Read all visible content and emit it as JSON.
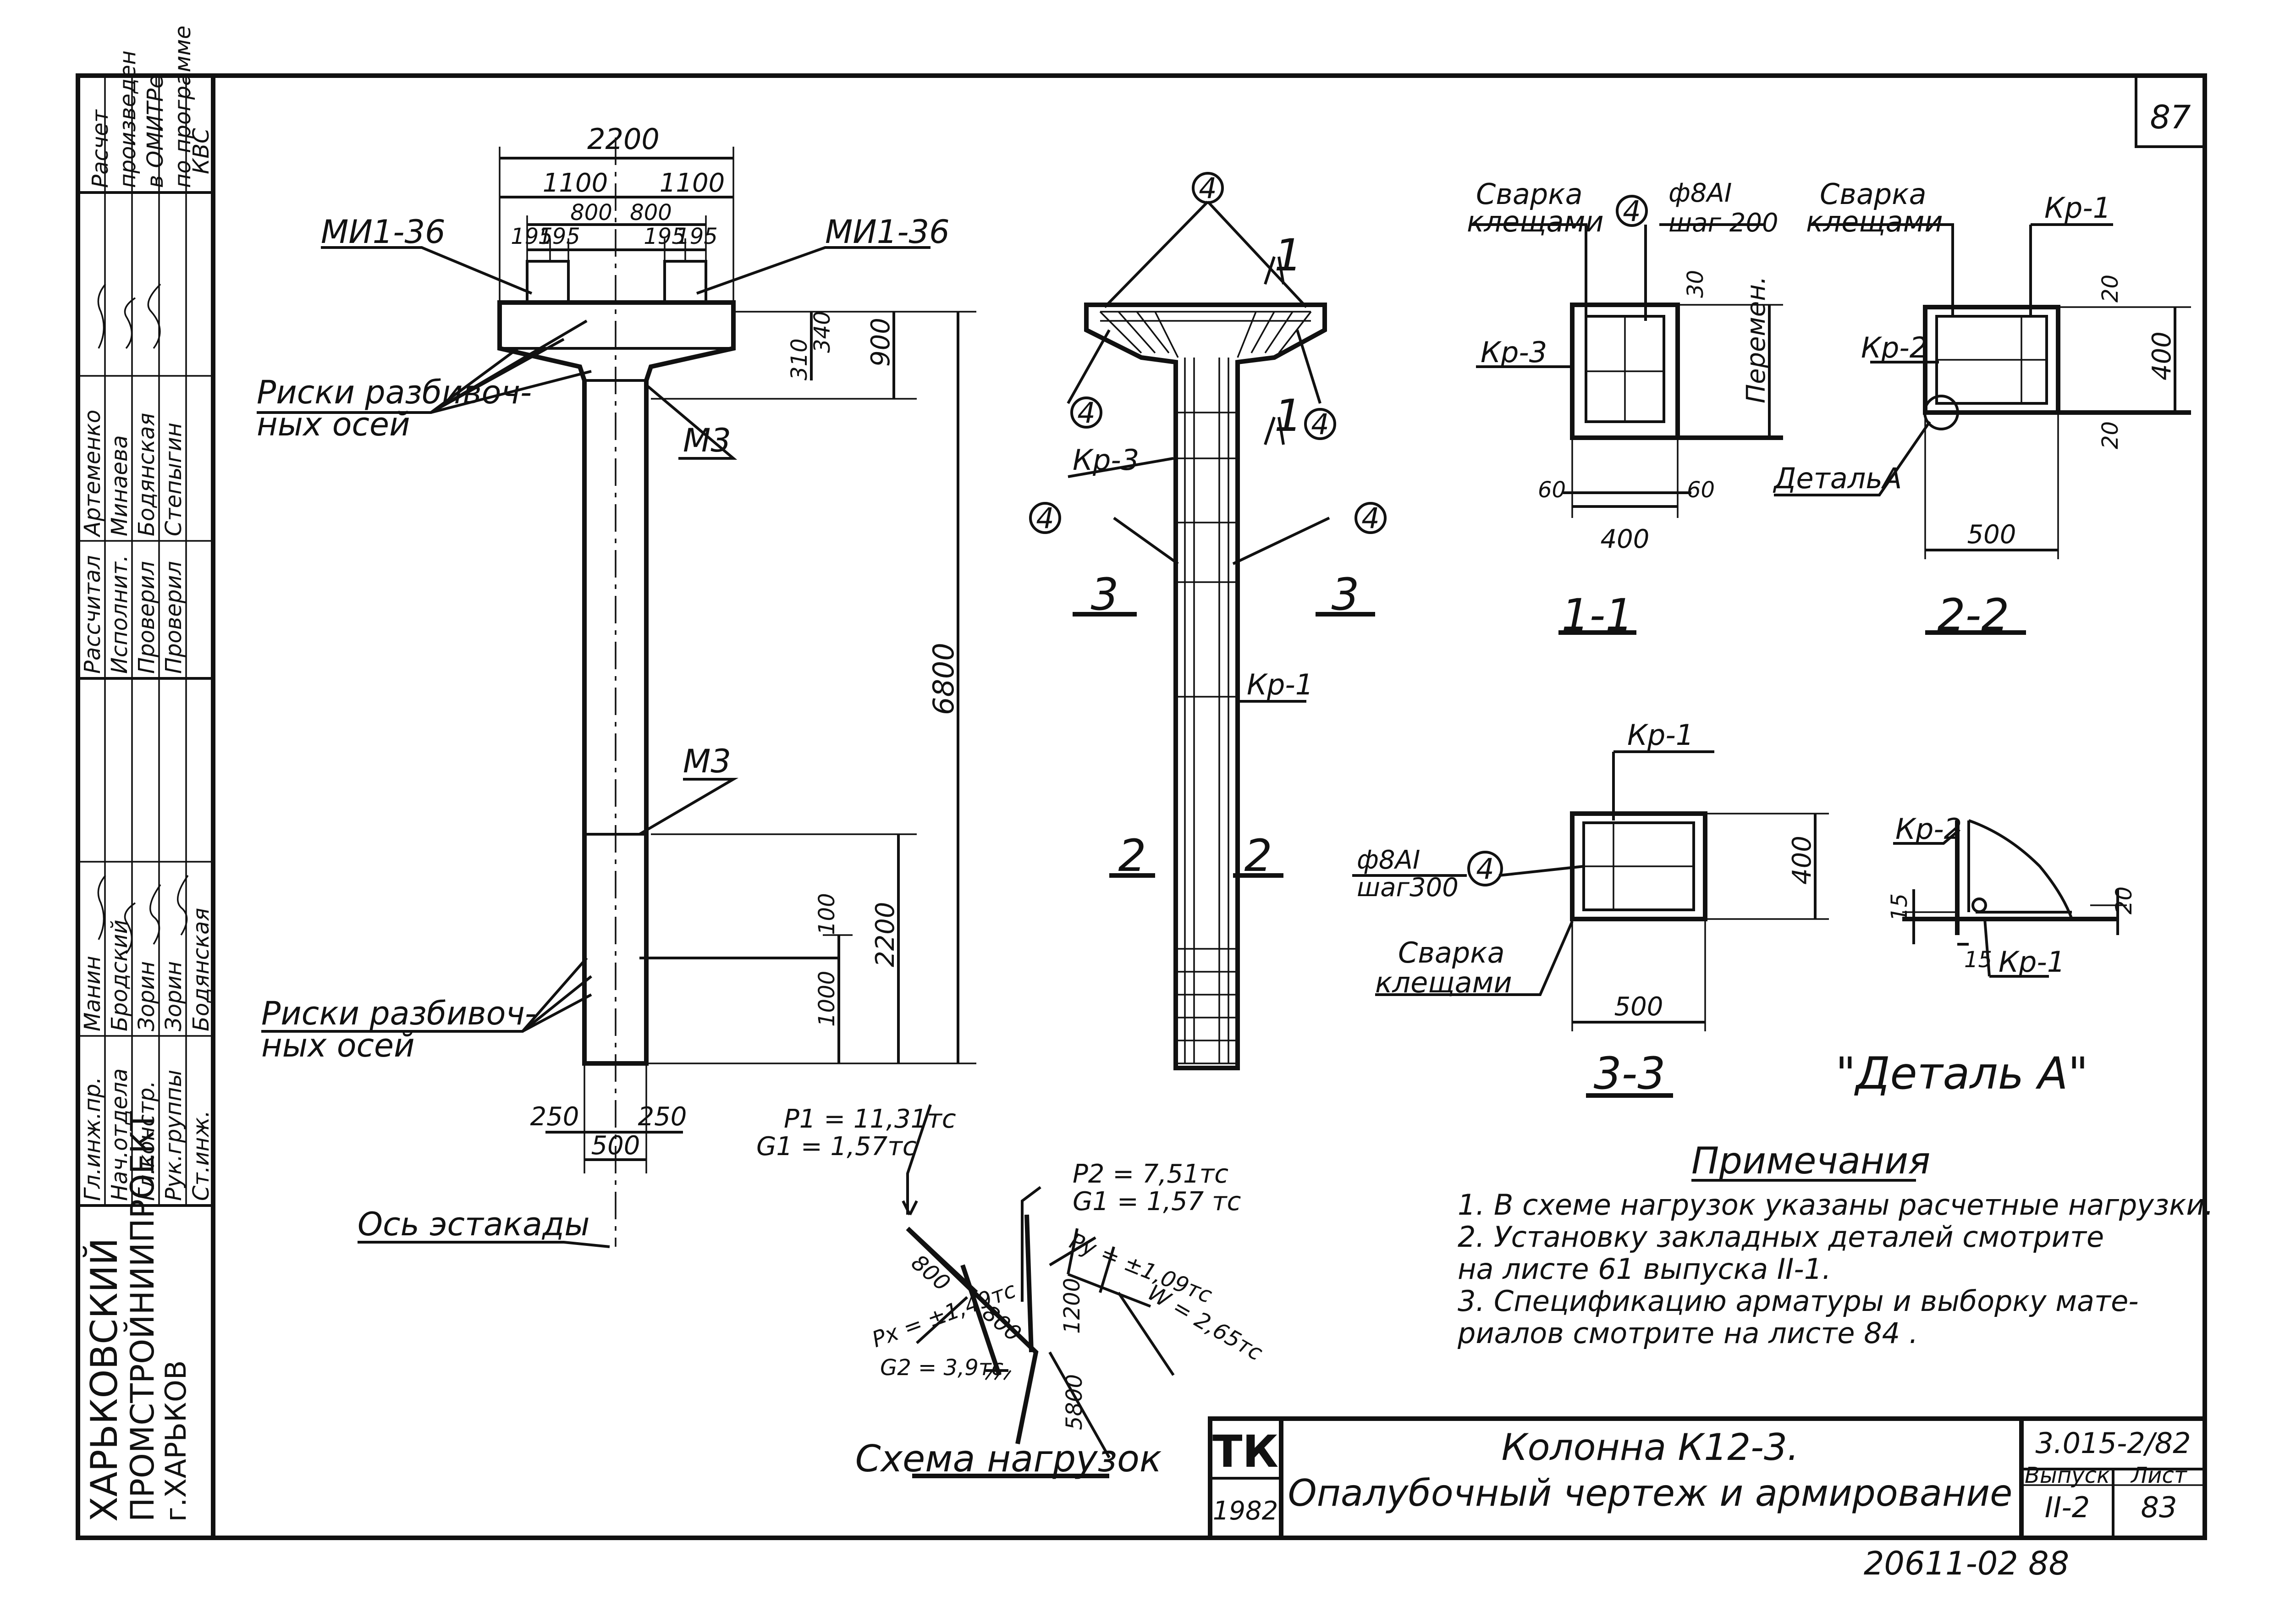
{
  "sheet": {
    "page_number": "87",
    "bottom_code": "20611-02  88",
    "orgs": {
      "title": "ХАРЬКОВСКИЙ ПРОМСТРОЙНИИПРОЕКТ г.ХАРЬКОВ",
      "calc_note": "Расчет произведен в ОМИТРе по программе КВС"
    },
    "roles": [
      {
        "role": "Гл.инж.пр.",
        "name": "Манин"
      },
      {
        "role": "Нач.отдела",
        "name": "Бродский"
      },
      {
        "role": "Гл.констр.",
        "name": "Зорин"
      },
      {
        "role": "Рук.группы",
        "name": "Зорин"
      },
      {
        "role": "Ст.инж.",
        "name": "Бодянская"
      }
    ],
    "performers": [
      {
        "role": "Рассчитал",
        "name": "Артеменко"
      },
      {
        "role": "Исполнит.",
        "name": "Минаева"
      },
      {
        "role": "Проверил",
        "name": "Бодянская"
      },
      {
        "role": "Проверил",
        "name": "Степыгин"
      }
    ]
  },
  "elevation": {
    "dim_total_width": "2200",
    "dim_half_left": "1100",
    "dim_half_right": "1100",
    "dim_800_left": "800",
    "dim_800_right": "800",
    "dim_195_a": "195",
    "dim_195_b": "195",
    "dim_195_c": "195",
    "dim_195_d": "195",
    "embed_left": "МИ1-36",
    "embed_right": "МИ1-36",
    "axes_top": "Риски разбивоч-\nных осей",
    "axes_bottom": "Риски разбивоч-\nных осей",
    "m3_top": "М3",
    "m3_bottom": "М3",
    "dim_310": "310",
    "dim_340": "340",
    "dim_900": "900",
    "dim_6800": "6800",
    "dim_2200": "2200",
    "dim_100": "100",
    "dim_1000": "1000",
    "dim_250_left": "250",
    "dim_250_right": "250",
    "dim_500": "500",
    "trestle_axis": "Ось эстакады"
  },
  "section_cage": {
    "pos_mark": "4",
    "cut_1": "1",
    "cut_2": "2",
    "cut_3": "3",
    "kr3": "Кр-3",
    "kr1": "Кр-1"
  },
  "sec_1_1": {
    "weld": "Сварка клещами",
    "rebar": "ф8АI шаг 200",
    "pos": "4",
    "kr3": "Кр-3",
    "dim_30": "30",
    "dim_var": "Перемен.",
    "dim_60_left": "60",
    "dim_60_right": "60",
    "dim_400": "400",
    "title": "1-1"
  },
  "sec_2_2": {
    "weld": "Сварка клещами",
    "kr1": "Кр-1",
    "kr2": "Кр-2",
    "detail": "ДетальА",
    "dim_20_top": "20",
    "dim_400": "400",
    "dim_20_bottom": "20",
    "dim_500": "500",
    "title": "2-2"
  },
  "sec_3_3": {
    "kr1": "Кр-1",
    "rebar": "ф8АI шаг300",
    "pos": "4",
    "weld": "Сварка клещами",
    "dim_400": "400",
    "dim_500": "500",
    "title": "3-3"
  },
  "detail_a": {
    "kr2": "Кр-2",
    "kr1": "Кр-1",
    "dim_15_a": "15",
    "dim_15_b": "15",
    "dim_20": "20",
    "title": "\"Деталь А\""
  },
  "loads": {
    "p1": "P1 = 11,31тс",
    "g1_left": "G1 = 1,57тс",
    "p2": "P2 = 7,51тс",
    "g1_right": "G1 = 1,57 тс",
    "py": "Py = ±1,09тс",
    "w": "W = 2,65тс",
    "px": "Px = ±1,49тс",
    "g2": "G2 = 3,9тс",
    "dim_800_a": "800",
    "dim_800_b": "800",
    "dim_1200": "1200",
    "dim_5800": "5800",
    "title": "Схема нагрузок"
  },
  "notes": {
    "title": "Примечания",
    "lines": [
      "1. В схеме нагрузок указаны расчетные нагрузки.",
      "2. Установку закладных деталей смотрите",
      "    на листе 61 выпуска II-1.",
      "3. Спецификацию арматуры и выборку мате-",
      "    риалов смотрите на листе 84 ."
    ]
  },
  "stamp": {
    "tk": "ТК",
    "year": "1982",
    "title_1": "Колонна К12-3.",
    "title_2": "Опалубочный чертеж и армирование",
    "code": "3.015-2/82",
    "issue_label": "Выпуск",
    "issue": "II-2",
    "sheet_label": "Лист",
    "sheet": "83"
  }
}
